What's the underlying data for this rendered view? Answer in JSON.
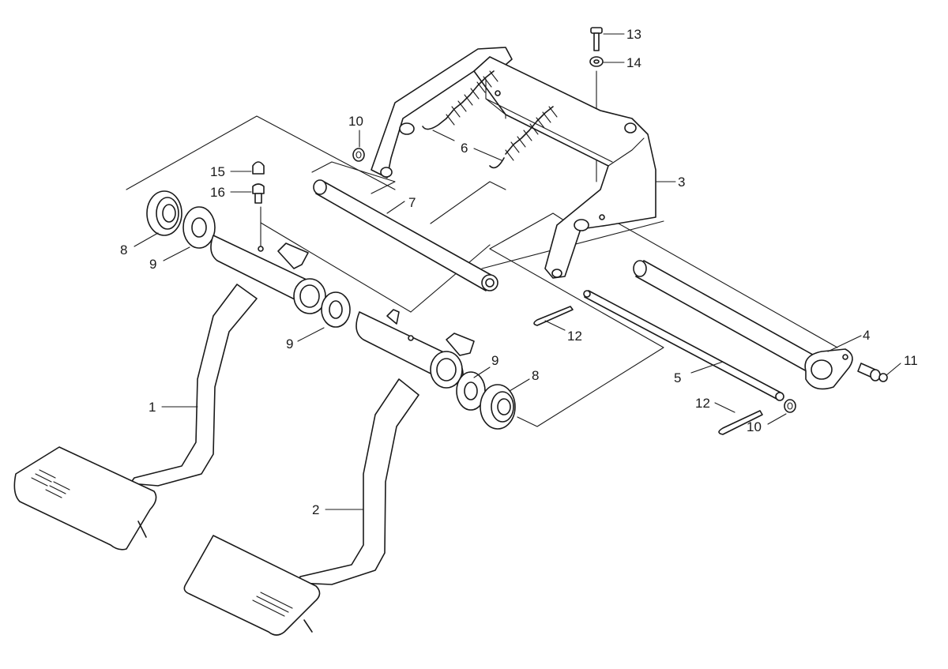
{
  "diagram": {
    "callouts": [
      {
        "id": "c1",
        "text": "1"
      },
      {
        "id": "c2",
        "text": "2"
      },
      {
        "id": "c3",
        "text": "3"
      },
      {
        "id": "c4",
        "text": "4"
      },
      {
        "id": "c5",
        "text": "5"
      },
      {
        "id": "c6",
        "text": "6"
      },
      {
        "id": "c7",
        "text": "7"
      },
      {
        "id": "c8a",
        "text": "8"
      },
      {
        "id": "c8b",
        "text": "8"
      },
      {
        "id": "c9a",
        "text": "9"
      },
      {
        "id": "c9b",
        "text": "9"
      },
      {
        "id": "c9c",
        "text": "9"
      },
      {
        "id": "c10a",
        "text": "10"
      },
      {
        "id": "c10b",
        "text": "10"
      },
      {
        "id": "c11",
        "text": "11"
      },
      {
        "id": "c12a",
        "text": "12"
      },
      {
        "id": "c12b",
        "text": "12"
      },
      {
        "id": "c13",
        "text": "13"
      },
      {
        "id": "c14",
        "text": "14"
      },
      {
        "id": "c15",
        "text": "15"
      },
      {
        "id": "c16",
        "text": "16"
      }
    ]
  }
}
